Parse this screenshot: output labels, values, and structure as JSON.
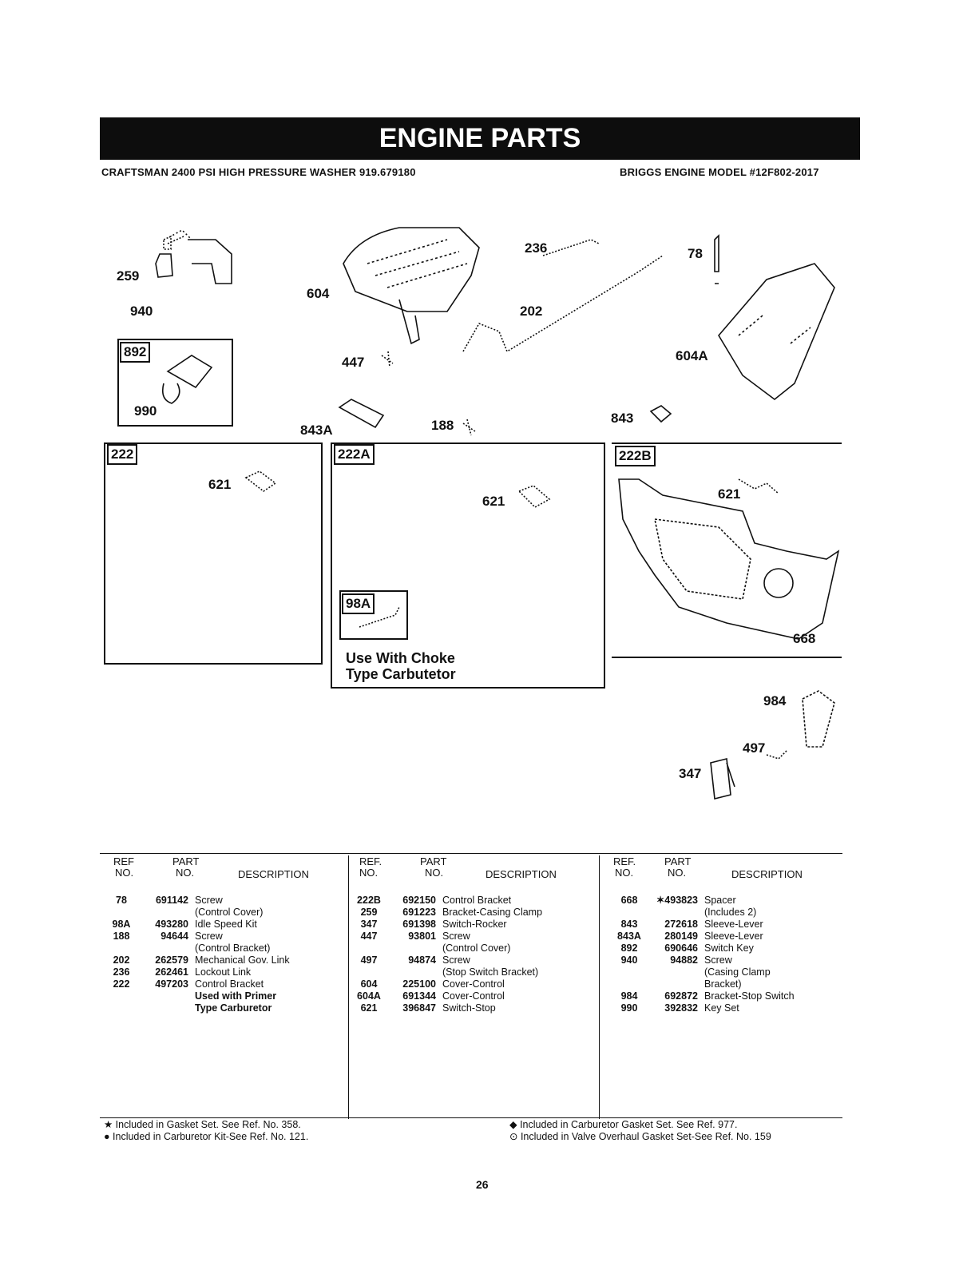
{
  "header": {
    "banner_title": "ENGINE PARTS",
    "left_subtitle": "CRAFTSMAN 2400 PSI HIGH PRESSURE WASHER 919.679180",
    "right_subtitle": "BRIGGS ENGINE MODEL #12F802-2017"
  },
  "diagram": {
    "callouts": {
      "c259": "259",
      "c940": "940",
      "c892": "892",
      "c990": "990",
      "c604": "604",
      "c447": "447",
      "c843A": "843A",
      "c188": "188",
      "c236": "236",
      "c202": "202",
      "c78": "78",
      "c604A": "604A",
      "c843": "843",
      "c222": "222",
      "c621a": "621",
      "c222A": "222A",
      "c621b": "621",
      "c98A": "98A",
      "c222B": "222B",
      "c621c": "621",
      "c668": "668",
      "c984": "984",
      "c497": "497",
      "c347": "347"
    },
    "choke_note_line1": "Use With Choke",
    "choke_note_line2": "Type Carbutetor"
  },
  "table": {
    "headers": [
      {
        "ref1": "REF",
        "ref2": "NO.",
        "part1": "PART",
        "part2": "NO.",
        "desc": "DESCRIPTION"
      },
      {
        "ref1": "REF.",
        "ref2": "NO.",
        "part1": "PART",
        "part2": "NO.",
        "desc": "DESCRIPTION"
      },
      {
        "ref1": "REF.",
        "ref2": "NO.",
        "part1": "PART",
        "part2": "NO.",
        "desc": "DESCRIPTION"
      }
    ],
    "col1": [
      {
        "ref": "78",
        "part": "691142",
        "desc": "Screw"
      },
      {
        "ref": "",
        "part": "",
        "desc": "(Control Cover)"
      },
      {
        "ref": "98A",
        "part": "493280",
        "desc": "Idle Speed Kit"
      },
      {
        "ref": "188",
        "part": "94644",
        "desc": "Screw"
      },
      {
        "ref": "",
        "part": "",
        "desc": "(Control Bracket)"
      },
      {
        "ref": "202",
        "part": "262579",
        "desc": "Mechanical Gov. Link"
      },
      {
        "ref": "236",
        "part": "262461",
        "desc": "Lockout Link"
      },
      {
        "ref": "222",
        "part": "497203",
        "desc": "Control Bracket"
      },
      {
        "ref": "",
        "part": "",
        "desc": "Used with Primer"
      },
      {
        "ref": "",
        "part": "",
        "desc": "Type Carburetor"
      }
    ],
    "col2": [
      {
        "ref": "222B",
        "part": "692150",
        "desc": "Control Bracket"
      },
      {
        "ref": "259",
        "part": "691223",
        "desc": "Bracket-Casing Clamp"
      },
      {
        "ref": "347",
        "part": "691398",
        "desc": "Switch-Rocker"
      },
      {
        "ref": "447",
        "part": "93801",
        "desc": "Screw"
      },
      {
        "ref": "",
        "part": "",
        "desc": "(Control Cover)"
      },
      {
        "ref": "497",
        "part": "94874",
        "desc": "Screw"
      },
      {
        "ref": "",
        "part": "",
        "desc": "(Stop Switch Bracket)"
      },
      {
        "ref": "604",
        "part": "225100",
        "desc": "Cover-Control"
      },
      {
        "ref": "604A",
        "part": "691344",
        "desc": "Cover-Control"
      },
      {
        "ref": "621",
        "part": "396847",
        "desc": "Switch-Stop"
      }
    ],
    "col3": [
      {
        "ref": "668",
        "part": "✶493823",
        "desc": "Spacer"
      },
      {
        "ref": "",
        "part": "",
        "desc": "(Includes 2)"
      },
      {
        "ref": "843",
        "part": "272618",
        "desc": "Sleeve-Lever"
      },
      {
        "ref": "843A",
        "part": "280149",
        "desc": "Sleeve-Lever"
      },
      {
        "ref": "892",
        "part": "690646",
        "desc": "Switch Key"
      },
      {
        "ref": "940",
        "part": "94882",
        "desc": "Screw"
      },
      {
        "ref": "",
        "part": "",
        "desc": "(Casing Clamp"
      },
      {
        "ref": "",
        "part": "",
        "desc": "Bracket)"
      },
      {
        "ref": "984",
        "part": "692872",
        "desc": "Bracket-Stop Switch"
      },
      {
        "ref": "990",
        "part": "392832",
        "desc": "Key Set"
      }
    ]
  },
  "footnotes": {
    "left1": "★ Included in Gasket Set. See Ref. No. 358.",
    "left2": "● Included in Carburetor Kit-See Ref. No. 121.",
    "right1": "◆ Included in Carburetor Gasket Set. See Ref. 977.",
    "right2": "⊙ Included in Valve Overhaul Gasket Set-See Ref. No. 159"
  },
  "page_number": "26"
}
